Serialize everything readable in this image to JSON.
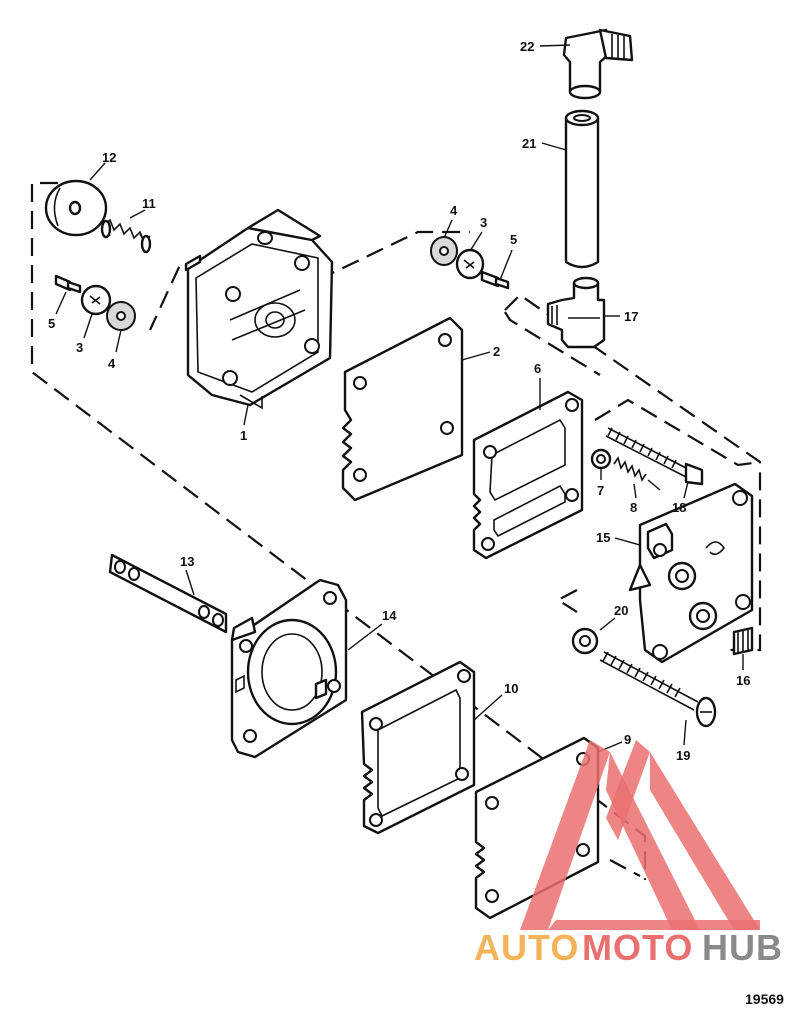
{
  "callouts": {
    "c1": "1",
    "c2": "2",
    "c3a": "3",
    "c3b": "3",
    "c4a": "4",
    "c4b": "4",
    "c5a": "5",
    "c5b": "5",
    "c6": "6",
    "c7": "7",
    "c8": "8",
    "c9": "9",
    "c10": "10",
    "c11": "11",
    "c12": "12",
    "c13": "13",
    "c14": "14",
    "c15": "15",
    "c16": "16",
    "c17": "17",
    "c18": "18",
    "c19": "19",
    "c20": "20",
    "c21": "21",
    "c22": "22"
  },
  "figure_number": "19569",
  "watermark": {
    "part1": "AUTO",
    "part2": "MOTO",
    "part3": "HUB",
    "colors": {
      "orange": "#f2b35a",
      "red": "#ea7070",
      "gray": "#8a8a8a"
    }
  }
}
